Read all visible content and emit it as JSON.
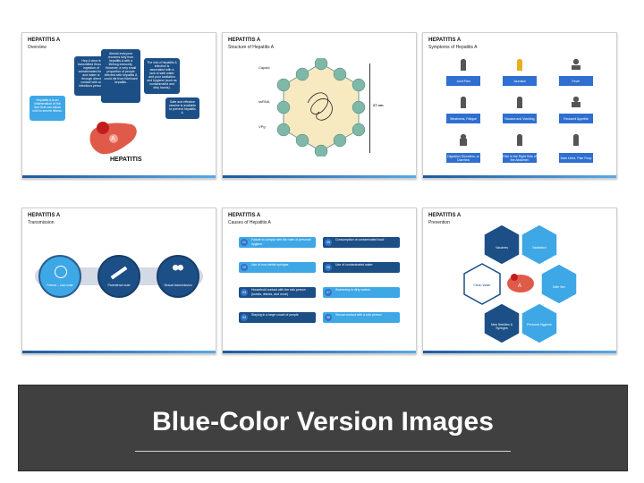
{
  "slides": {
    "overview": {
      "title": "HEPATITIS A",
      "subtitle": "Overview",
      "callouts": [
        "Hep A virus is transmitted through ingestion of contaminated food and water or through direct contact with an infectious person.",
        "Almost everyone recovers fully from hepatitis A with a lifelong immunity. However, a very small proportion of people infected with hepatitis A could die from fulminant hepatitis.",
        "The risk of hepatitis A infection is associated with a lack of safe water and poor sanitation and hygiene (such as contaminated and dirty hands).",
        "Hepatitis A is an inflammation of the liver that can cause mild to severe illness.",
        "Safe and effective vaccine is available to prevent hepatitis A."
      ],
      "liver_letter": "A",
      "label": "HEPATITIS"
    },
    "structure": {
      "title": "HEPATITIS A",
      "subtitle": "Structure of Hepatitis A",
      "labels": [
        "Capsid",
        "ssRNA",
        "VPg"
      ],
      "size": "27 nm"
    },
    "symptoms": {
      "title": "HEPATITIS A",
      "subtitle": "Symptoms of Hepatitis A",
      "items": [
        "Joint Pain",
        "Jaundice",
        "Fever",
        "Weakness, Fatigue",
        "Nausea and Vomiting",
        "Reduced Appetite",
        "Digestion Disorders, or Diarrhea",
        "Pain in the Right Side of the Abdomen",
        "Dark Urine, Pale Poop"
      ]
    },
    "transmission": {
      "title": "HEPATITIS A",
      "subtitle": "Transmission",
      "items": [
        "Faecal – oral route",
        "Parenteral route",
        "Sexual transmission"
      ]
    },
    "causes": {
      "title": "HEPATITIS A",
      "subtitle": "Causes of Hepatitis A",
      "items": [
        {
          "num": "01",
          "text": "Failure to comply with the rules of personal hygiene"
        },
        {
          "num": "02",
          "text": "Use of non-sterile syringes"
        },
        {
          "num": "03",
          "text": "Household contact with the sick person (towels, dishes, and more)"
        },
        {
          "num": "04",
          "text": "Staying in a large crowd of people"
        },
        {
          "num": "05",
          "text": "Consumption of contaminated food"
        },
        {
          "num": "06",
          "text": "Use of contaminated water"
        },
        {
          "num": "07",
          "text": "Swimming in dirty waters"
        },
        {
          "num": "08",
          "text": "Sexual contact with a sick person"
        }
      ]
    },
    "prevention": {
      "title": "HEPATITIS A",
      "subtitle": "Prevention",
      "items": [
        "Vaccines",
        "Sanitation",
        "Safe Sex",
        "Personal Hygiene",
        "New Needles & Syringes",
        "Clean Water"
      ]
    }
  },
  "banner": {
    "title": "Blue-Color Version Images"
  },
  "colors": {
    "dark_blue": "#1c4f86",
    "light_blue": "#3ea7e6",
    "mid_blue": "#2f6fd0",
    "liver": "#e05a4a",
    "virus": "#7fb8a8"
  }
}
